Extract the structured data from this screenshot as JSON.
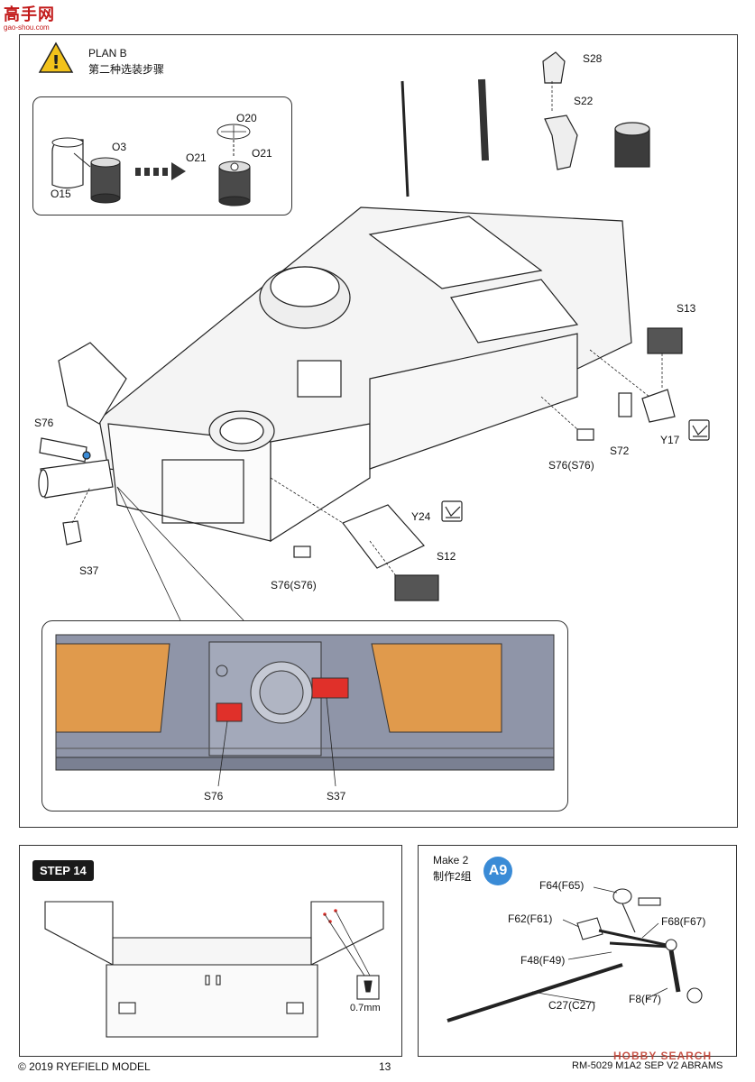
{
  "watermark": {
    "logo_text": "高手网",
    "logo_url": "gao-shou.com"
  },
  "plan_b": {
    "title": "PLAN B",
    "subtitle": "第二种选装步骤"
  },
  "inset_labels": {
    "o3": "O3",
    "o15": "O15",
    "o20": "O20",
    "o21a": "O21",
    "o21b": "O21"
  },
  "main_labels": {
    "s28": "S28",
    "s22": "S22",
    "s13": "S13",
    "s72": "S72",
    "y17": "Y17",
    "s76_right": "S76(S76)",
    "s76_left": "S76",
    "s37_left": "S37",
    "y24": "Y24",
    "s12": "S12",
    "s76_bottom": "S76(S76)"
  },
  "detail_labels": {
    "s76": "S76",
    "s37": "S37"
  },
  "step14": {
    "badge": "STEP 14",
    "drill_size": "0.7mm"
  },
  "make2": {
    "title": "Make 2",
    "subtitle": "制作2组",
    "badge": "A9",
    "labels": {
      "f64": "F64(F65)",
      "f62": "F62(F61)",
      "f68": "F68(F67)",
      "f48": "F48(F49)",
      "c27": "C27(C27)",
      "f8": "F8(F7)"
    }
  },
  "footer": {
    "copyright": "© 2019 RYEFIELD MODEL",
    "page_number": "13",
    "product": "RM-5029 M1A2 SEP V2 ABRAMS",
    "watermark": "HOBBY SEARCH"
  },
  "colors": {
    "accent_blue": "#3a8bd6",
    "detail_orange": "#e09a4c",
    "detail_grey": "#8f95a8",
    "highlight_red": "#e0302a"
  }
}
